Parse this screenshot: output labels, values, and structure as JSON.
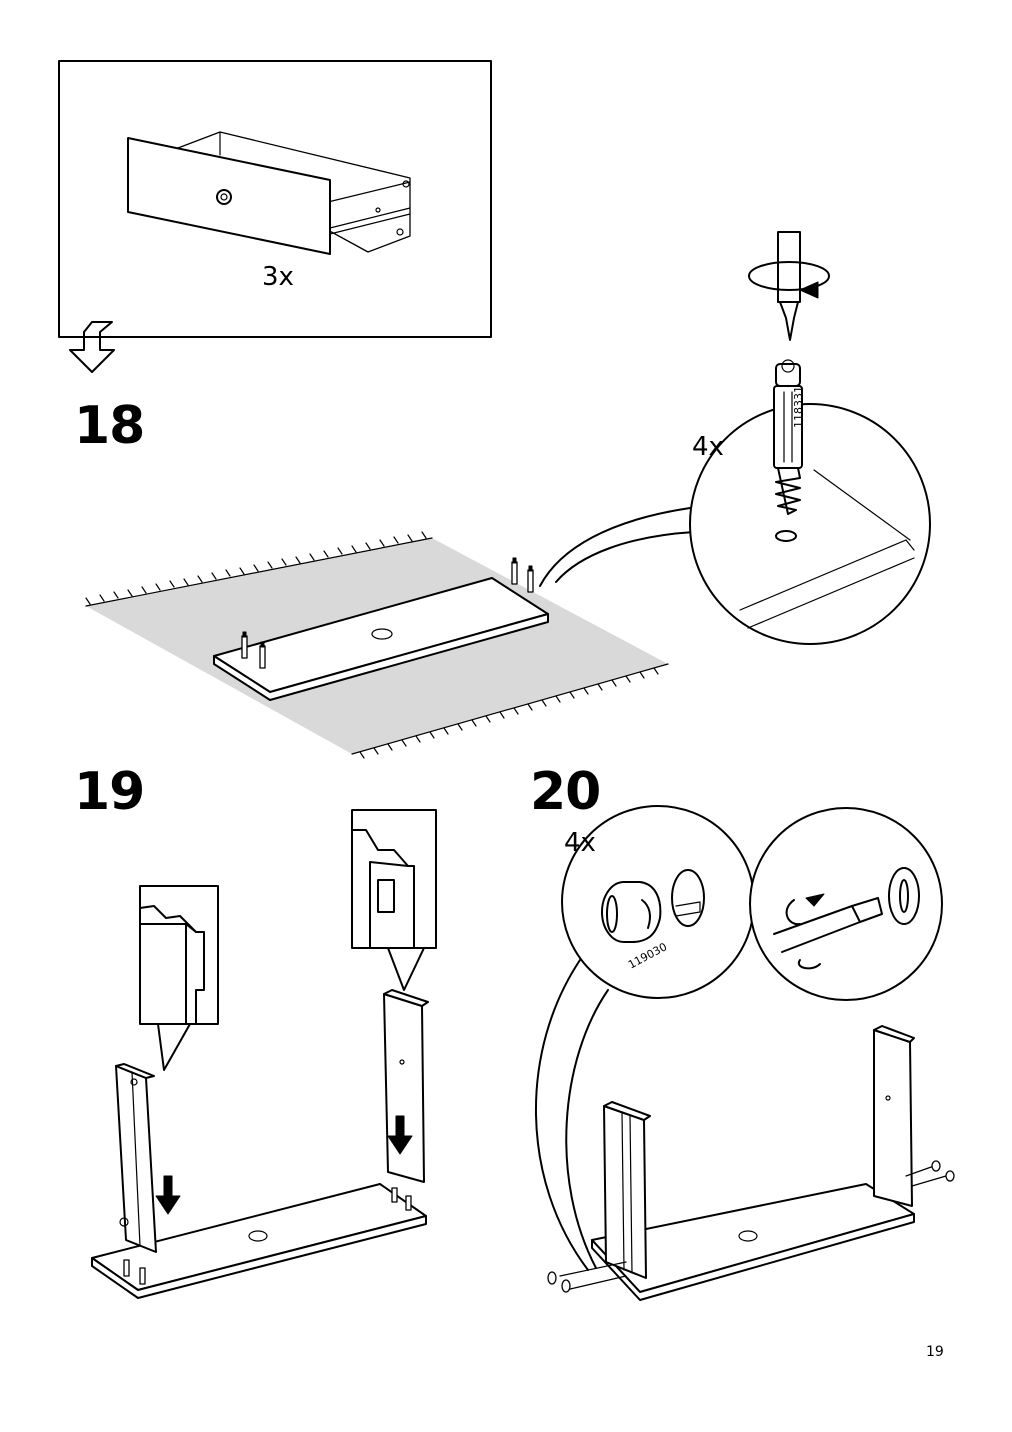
{
  "prev_step": {
    "quantity": "3x"
  },
  "step18": {
    "number": "18",
    "detail_quantity": "4x",
    "part_number": "118331"
  },
  "step19": {
    "number": "19"
  },
  "step20": {
    "number": "20",
    "detail_quantity": "4x",
    "part_number": "119030"
  },
  "footer": {
    "page_number": "19"
  }
}
